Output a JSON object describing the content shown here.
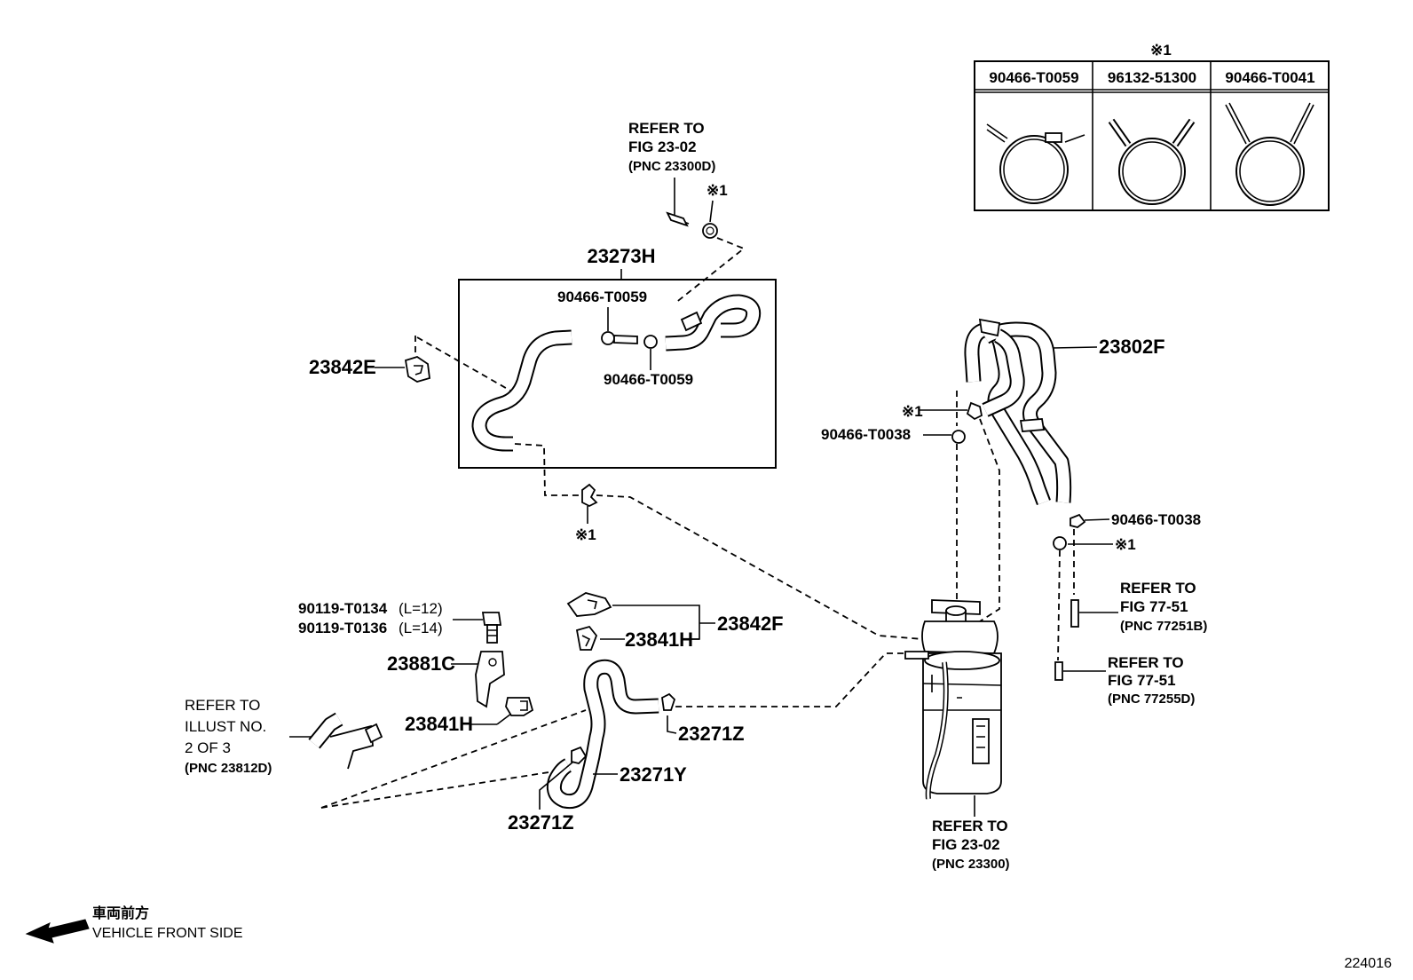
{
  "legend": {
    "note": "※1",
    "columns": [
      "90466-T0059",
      "96132-51300",
      "90466-T0041"
    ]
  },
  "labels": {
    "refer_top": [
      "REFER TO",
      "FIG 23-02",
      "(PNC 23300D)"
    ],
    "note_top": "※1",
    "p23273H": "23273H",
    "clip_a": "90466-T0059",
    "clip_b": "90466-T0059",
    "p23842E": "23842E",
    "note_mid": "※1",
    "p23802F": "23802F",
    "note_r1": "※1",
    "clip_r1": "90466-T0038",
    "clip_r2": "90466-T0038",
    "note_r2": "※1",
    "refer_r1": [
      "REFER TO",
      "FIG 77-51",
      "(PNC 77251B)"
    ],
    "refer_r2": [
      "REFER TO",
      "FIG 77-51",
      "(PNC 77255D)"
    ],
    "bolt1": "90119-T0134",
    "bolt1_len": "(L=12)",
    "bolt2": "90119-T0136",
    "bolt2_len": "(L=14)",
    "p23881C": "23881C",
    "p23841H_a": "23841H",
    "p23842F": "23842F",
    "p23841H_b": "23841H",
    "p23271Z_a": "23271Z",
    "p23271Y": "23271Y",
    "p23271Z_b": "23271Z",
    "refer_left": [
      "REFER TO",
      "ILLUST NO.",
      "2 OF 3",
      "(PNC 23812D)"
    ],
    "refer_bottom": [
      "REFER TO",
      "FIG 23-02",
      "(PNC 23300)"
    ],
    "front_jp": "車両前方",
    "front_en": "VEHICLE FRONT SIDE",
    "fig_id": "224016"
  }
}
